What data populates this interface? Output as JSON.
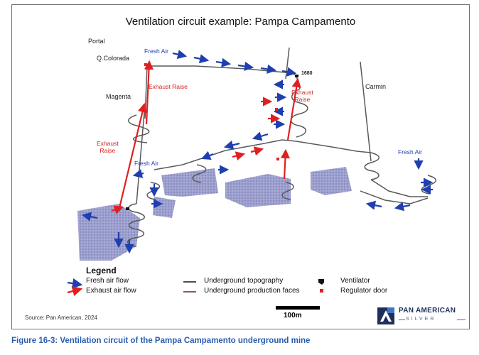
{
  "title": "Ventilation circuit example: Pampa Campamento",
  "labels": {
    "portal": "Portal",
    "qcolorada": "Q.Colorada",
    "magenta": "Magenta",
    "carmin": "Carmin",
    "level_1680": "1680",
    "fresh_air_top": "Fresh Air",
    "fresh_air_left": "Fresh Air",
    "fresh_air_right": "Fresh Air",
    "exhaust_raise_magenta": "Exhaust Raise",
    "exhaust_raise_center": "Exhaust\nRaise",
    "exhaust_raise_left": "Exhaust\nRaise"
  },
  "legend": {
    "title": "Legend",
    "fresh_air_flow": "Fresh air flow",
    "exhaust_air_flow": "Exhaust air flow",
    "underground_topography": "Underground topography",
    "underground_production_faces": "Underground production faces",
    "ventilator": "Ventilator",
    "regulator_door": "Regulator door"
  },
  "source": "Source: Pan American, 2024",
  "scale": "100m",
  "logo": {
    "name": "PAN AMERICAN",
    "sub": "SILVER"
  },
  "caption": "Figure 16-3: Ventilation circuit of the Pampa Campamento underground mine",
  "colors": {
    "fresh": "#1f3fb0",
    "exhaust": "#e02020",
    "workings": "#7b7fb8",
    "topo": "#555555",
    "caption": "#2a5db0"
  }
}
